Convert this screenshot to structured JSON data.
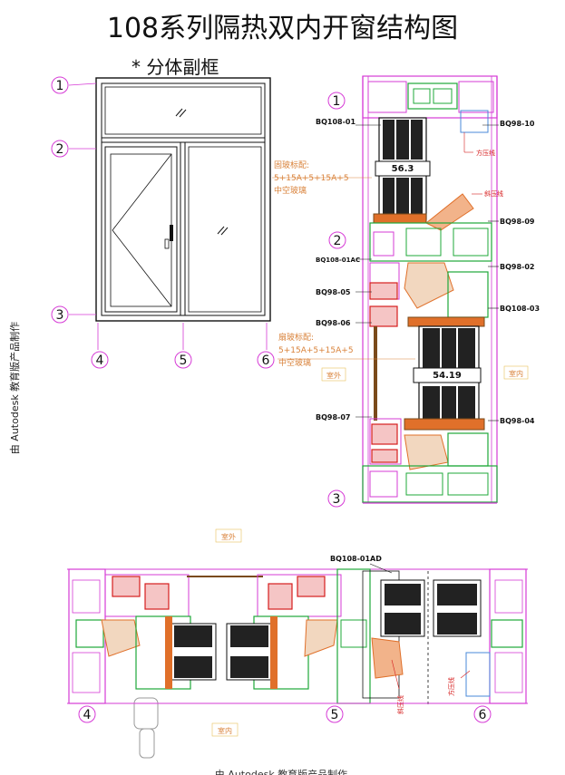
{
  "title": "108系列隔热双内开窗结构图",
  "subtitle": "* 分体副框",
  "watermark_side": "由 Autodesk 教育版产品制作",
  "watermark_bottom": "由 Autodesk 教育版产品制作",
  "markers": [
    "1",
    "2",
    "3",
    "4",
    "5",
    "6"
  ],
  "part_codes": {
    "BQ108_01": "BQ108-01",
    "BQ98_10": "BQ98-10",
    "BQ98_09": "BQ98-09",
    "BQ108_01AC": "BQ108-01AC",
    "BQ98_02": "BQ98-02",
    "BQ98_05": "BQ98-05",
    "BQ108_03": "BQ108-03",
    "BQ98_06": "BQ98-06",
    "BQ98_07": "BQ98-07",
    "BQ98_04": "BQ98-04",
    "BQ108_01AD": "BQ108-01AD"
  },
  "labels": {
    "fang_ya_xian": "方压线",
    "xie_ya_xian": "斜压线",
    "fixed_glass_title": "固玻标配:",
    "fixed_glass_spec": "5+15A+5+15A+5",
    "hollow_glass": "中空玻璃",
    "sash_glass_title": "扇玻标配:",
    "sash_glass_spec": "5+15A+5+15A+5",
    "outdoor": "室外",
    "indoor": "室内"
  },
  "dimensions": {
    "fixed": "56.3",
    "sash": "54.19"
  },
  "colors": {
    "magenta": "#d63bd6",
    "green": "#1fa83a",
    "red": "#d61e1e",
    "orange": "#e0702a",
    "brown": "#7a4a1a",
    "blue": "#4a8ad8",
    "label_orange": "#d9823a",
    "cyan": "#1aa7c8"
  }
}
